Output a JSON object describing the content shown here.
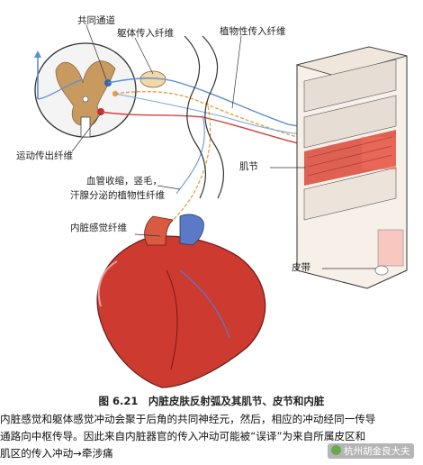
{
  "labels": {
    "common_interneuron": "共同通道",
    "somatic_afferent": "躯体传入纤维",
    "visceral_afferent_top": "植物性传入纤维",
    "motor_efferent": "运动传出纤维",
    "autonomic_line1": "血管收缩，竖毛，",
    "autonomic_line2": "汗腺分泌的植物性纤维",
    "visceral_sensory": "内脏感觉纤维",
    "myotome": "肌节",
    "dermatome": "皮带"
  },
  "caption": "图 6.21　内脏皮肤反射弧及其肌节、皮节和内脏",
  "description": [
    "内脏感觉和躯体感觉冲动会聚于后角的共同神经元，然后，相应的冲动经同一传导",
    "通路向中枢传导。因此来自内脏器官的传入冲动可能被“误译”为来自所属皮区和",
    "肌区的传入冲动→牵涉痛"
  ],
  "watermark": "杭州胡金良大夫",
  "colors": {
    "somatic": "#5a8fd0",
    "visceral": "#e8a040",
    "motor": "#d04040",
    "grey_matter": "#c89a60",
    "muscle": "#d9483a",
    "heart": "#cc3a30"
  }
}
